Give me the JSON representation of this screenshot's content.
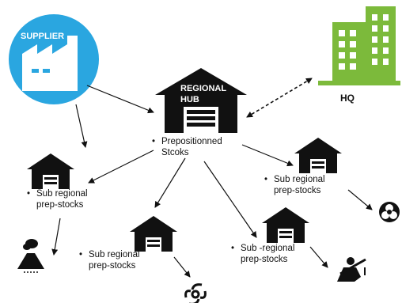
{
  "supplier": {
    "label": "SUPPLIER",
    "color": "#2aa6e0"
  },
  "hq": {
    "label": "HQ",
    "color": "#7cba3b"
  },
  "regional_hub": {
    "title_line1": "REGIONAL",
    "title_line2": "HUB",
    "stock_line1": "Prepositionned",
    "stock_line2": "Stcoks"
  },
  "sub_stocks": [
    {
      "line1": "Sub regional",
      "line2": "prep-stocks"
    },
    {
      "line1": "Sub regional",
      "line2": "prep-stocks"
    },
    {
      "line1": "Sub regional",
      "line2": "prep-stocks"
    },
    {
      "line1": "Sub -regional",
      "line2": "prep-stocks"
    }
  ],
  "hazards": [
    "volcano-icon",
    "cyclone-icon",
    "conflict-icon",
    "biohazard-icon"
  ]
}
